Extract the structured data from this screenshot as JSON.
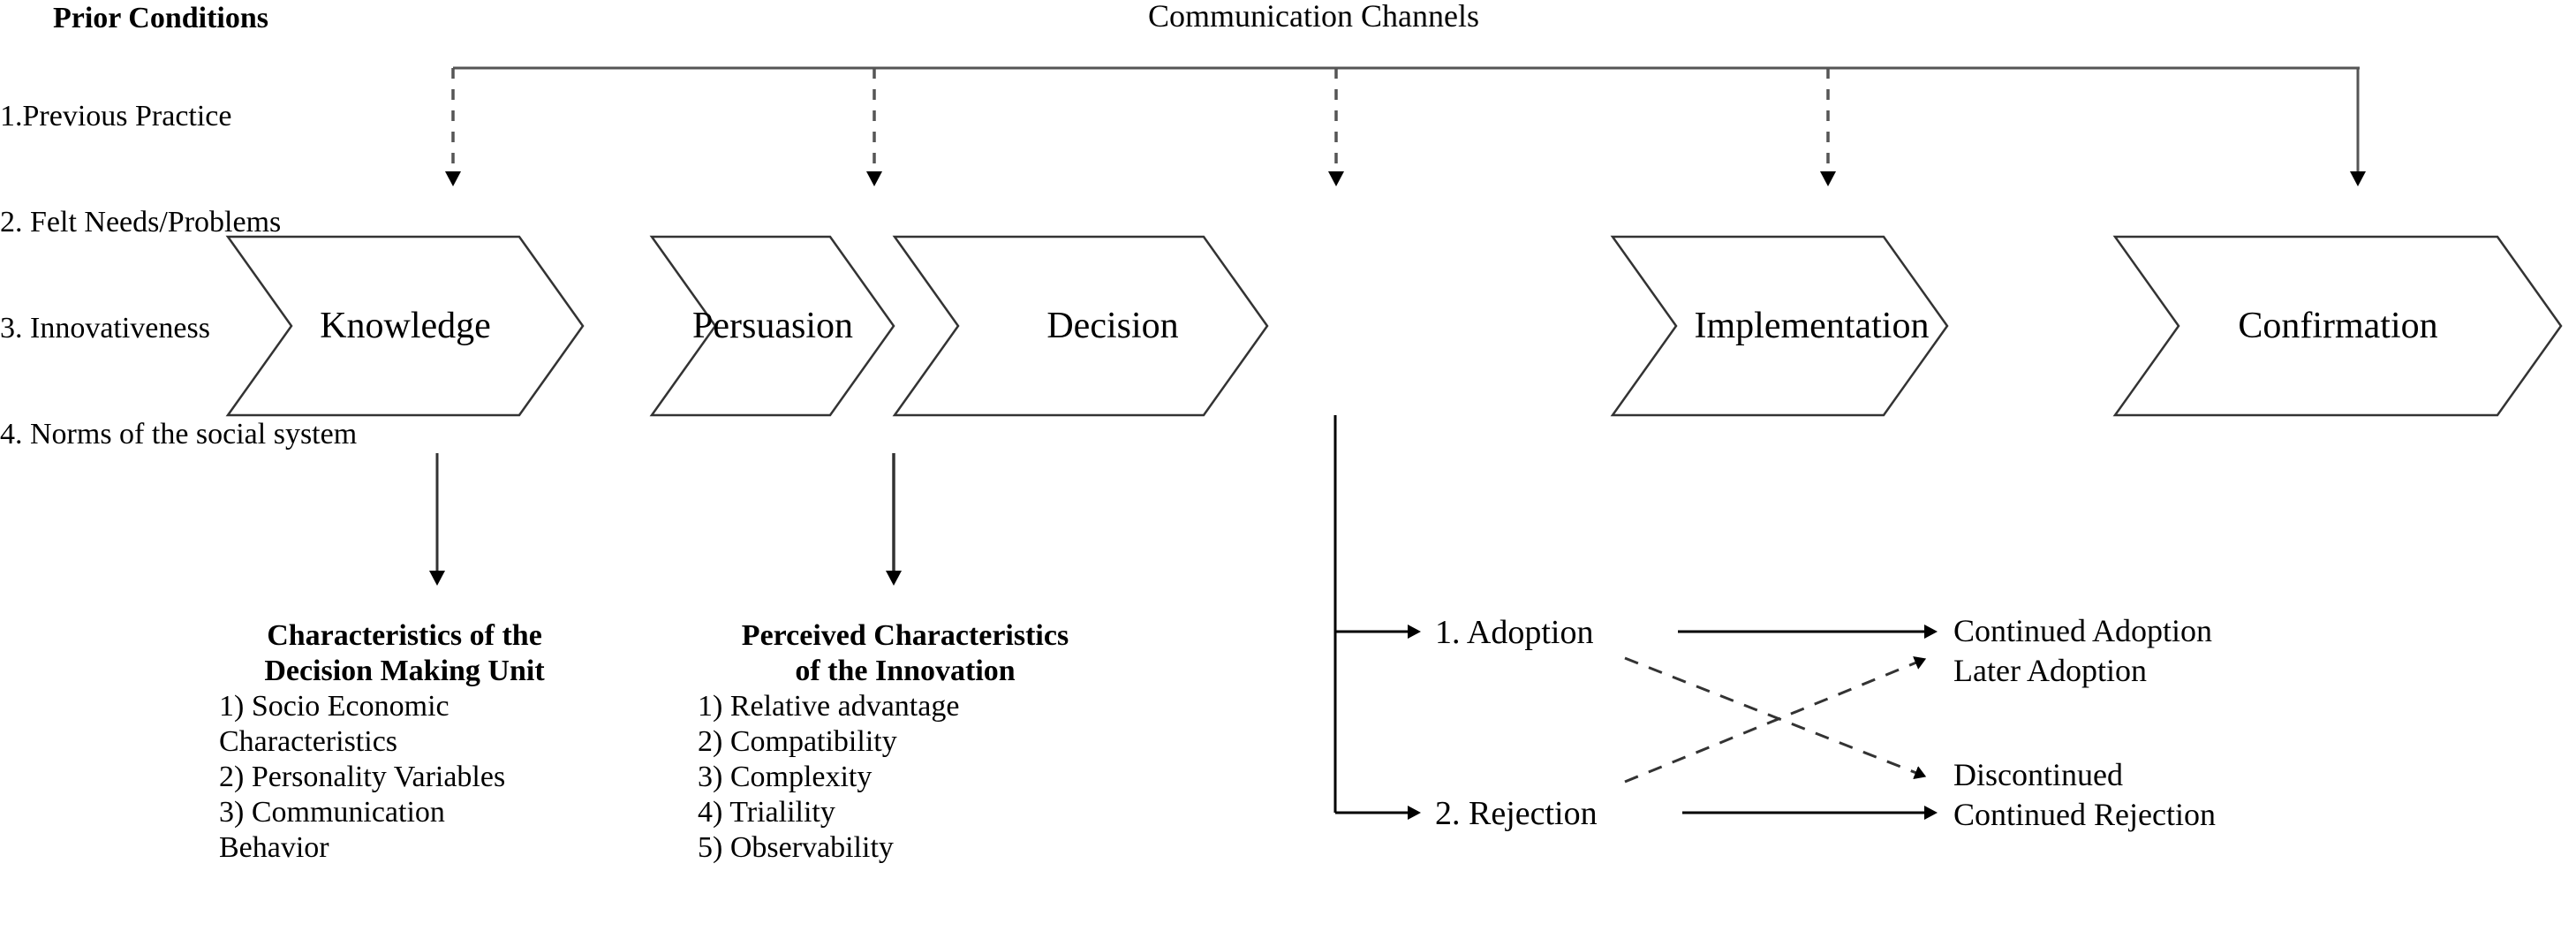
{
  "diagram": {
    "title_top": "Communication Channels",
    "prior_conditions": {
      "heading": "Prior Conditions",
      "items": [
        "1.Previous Practice",
        "2. Felt Needs/Problems",
        "3. Innovativeness",
        "4. Norms of the social system"
      ]
    },
    "stages": [
      {
        "label": "Knowledge"
      },
      {
        "label": "Persuasion"
      },
      {
        "label": "Decision"
      },
      {
        "label": "Implementation"
      },
      {
        "label": "Confirmation"
      }
    ],
    "detail_blocks": [
      {
        "heading_line1": "Characteristics of the",
        "heading_line2": "Decision Making Unit",
        "items": [
          "1) Socio Economic",
          "Characteristics",
          "2) Personality Variables",
          "3) Communication",
          "Behavior"
        ]
      },
      {
        "heading_line1": "Perceived Characteristics",
        "heading_line2": "of the Innovation",
        "items": [
          "1) Relative advantage",
          "2) Compatibility",
          "3) Complexity",
          "4) Trialility",
          "5) Observability"
        ]
      }
    ],
    "decision_branches": [
      {
        "label": "1. Adoption"
      },
      {
        "label": "2. Rejection"
      }
    ],
    "outcomes": [
      {
        "label": "Continued Adoption"
      },
      {
        "label": "Later Adoption"
      },
      {
        "label": "Discontinued"
      },
      {
        "label": "Continued Rejection"
      }
    ],
    "colors": {
      "stroke": "#000000",
      "bar_stroke": "#555555",
      "chevron_fill": "#ffffff",
      "text": "#000000"
    }
  }
}
